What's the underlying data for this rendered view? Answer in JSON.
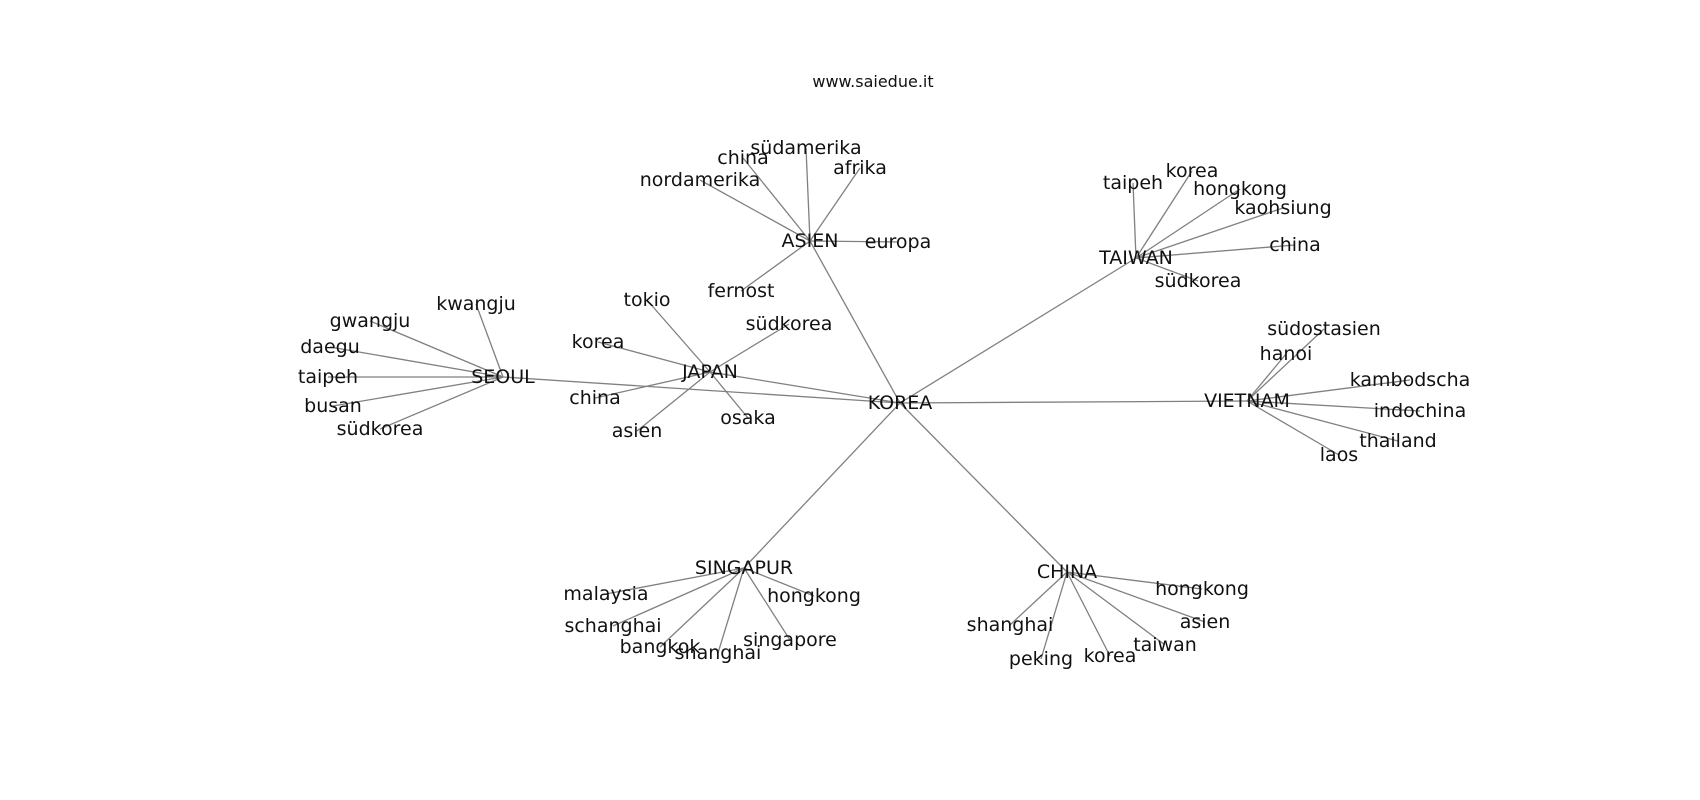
{
  "title": "www.saiedue.it",
  "graph": {
    "center": "KOREA",
    "groups": [
      {
        "hub": "ASIEN",
        "children": [
          "nordamerika",
          "china",
          "südamerika",
          "afrika",
          "europa",
          "fernost"
        ]
      },
      {
        "hub": "TAIWAN",
        "children": [
          "taipeh",
          "korea",
          "hongkong",
          "kaohsiung",
          "china",
          "südkorea"
        ]
      },
      {
        "hub": "VIETNAM",
        "children": [
          "südostasien",
          "hanoi",
          "kambodscha",
          "indochina",
          "thailand",
          "laos"
        ]
      },
      {
        "hub": "CHINA",
        "children": [
          "hongkong",
          "asien",
          "taiwan",
          "korea",
          "peking",
          "shanghai"
        ]
      },
      {
        "hub": "SINGAPUR",
        "children": [
          "malaysia",
          "schanghai",
          "bangkok",
          "shanghai",
          "singapore",
          "hongkong"
        ]
      },
      {
        "hub": "JAPAN",
        "children": [
          "tokio",
          "südkorea",
          "korea",
          "china",
          "asien",
          "osaka"
        ]
      },
      {
        "hub": "SEOUL",
        "children": [
          "kwangju",
          "gwangju",
          "daegu",
          "taipeh",
          "busan",
          "südkorea"
        ]
      }
    ]
  }
}
